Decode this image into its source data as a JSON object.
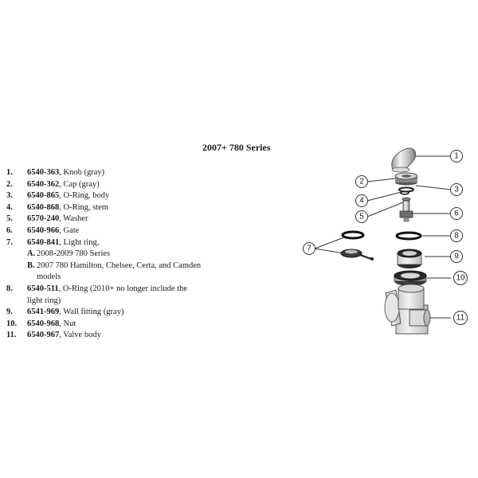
{
  "title": "2007+ 780 Series",
  "parts": [
    {
      "num": "1.",
      "code": "6540-363",
      "desc": ", Knob (gray)"
    },
    {
      "num": "2.",
      "code": "6540-362",
      "desc": ", Cap (gray)"
    },
    {
      "num": "3.",
      "code": "6540-865",
      "desc": ", O-Ring, body"
    },
    {
      "num": "4.",
      "code": "6540-868",
      "desc": ", O-Ring, stem"
    },
    {
      "num": "5.",
      "code": "6570-240",
      "desc": ", Washer"
    },
    {
      "num": "6.",
      "code": "6540-966",
      "desc": ", Gate"
    },
    {
      "num": "7.",
      "code": "6540-841",
      "desc": ", Light ring,"
    },
    {
      "num": "8.",
      "code": "6540-511",
      "desc": ", O-Ring (2010+ no longer include the"
    },
    {
      "num": "9.",
      "code": "6541-969",
      "desc": ", Wall fitting (gray)"
    },
    {
      "num": "10.",
      "code": "6540-968",
      "desc": ", Nut"
    },
    {
      "num": "11.",
      "code": "6540-967",
      "desc": ", Valve body"
    }
  ],
  "part7_sub": [
    {
      "letter": "A.",
      "text": "2008-2009 780 Series"
    },
    {
      "letter": "B.",
      "text": "2007 780 Hamilton, Chelsee, Certa, and Camden"
    }
  ],
  "part7_sub_b_cont": "models",
  "part8_cont": "light ring)",
  "callouts": [
    "1",
    "2",
    "3",
    "4",
    "5",
    "6",
    "7",
    "8",
    "9",
    "10",
    "11"
  ]
}
